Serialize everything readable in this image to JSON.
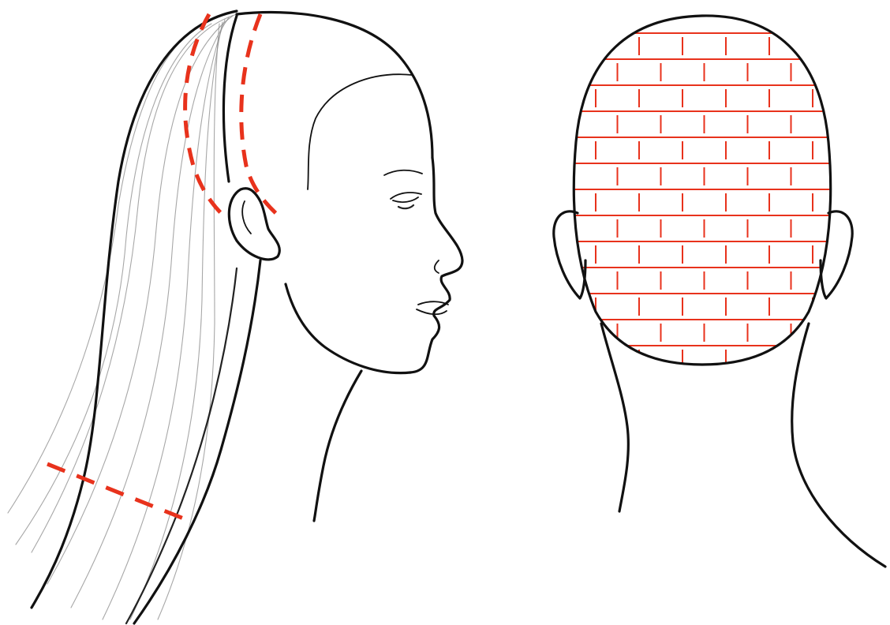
{
  "illustration": {
    "subject": "hair-sectioning-diagram",
    "views": [
      "side-profile",
      "back-of-head"
    ]
  },
  "colors": {
    "background": "#ffffff",
    "outline": "#111111",
    "hair_strand": "#8a8a8a",
    "section_marker": "#e8321c"
  },
  "icons": {
    "profile": "side-profile-head-icon",
    "back": "back-head-icon"
  }
}
